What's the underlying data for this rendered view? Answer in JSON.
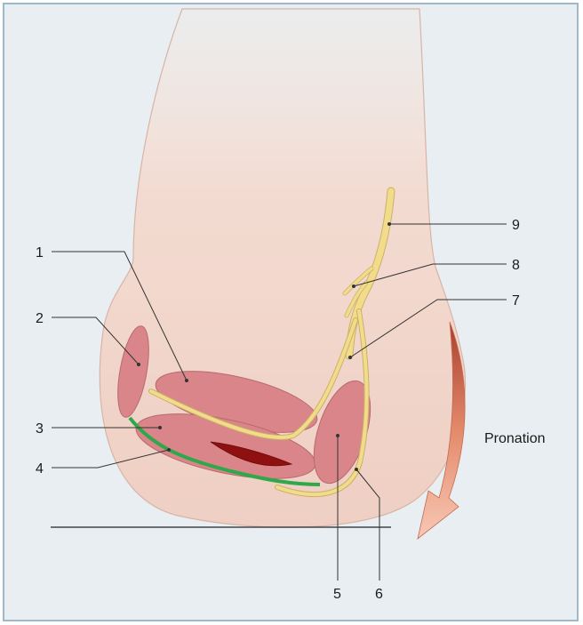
{
  "labels": {
    "n1": "1",
    "n2": "2",
    "n3": "3",
    "n4": "4",
    "n5": "5",
    "n6": "6",
    "n7": "7",
    "n8": "8",
    "n9": "9",
    "pronation": "Pronation"
  },
  "colors": {
    "frame_border": "#9db8c8",
    "background": "#e8eef1",
    "skin": "#f2d6cc",
    "muscle": "#d9858a",
    "nerve": "#f2dc8c",
    "fascia_line": "#2ea84a",
    "artery": "#8e1010",
    "arrow": "#e48a6c"
  },
  "icons": {
    "direction_arrow": "curved-arrow-down-left-icon"
  }
}
